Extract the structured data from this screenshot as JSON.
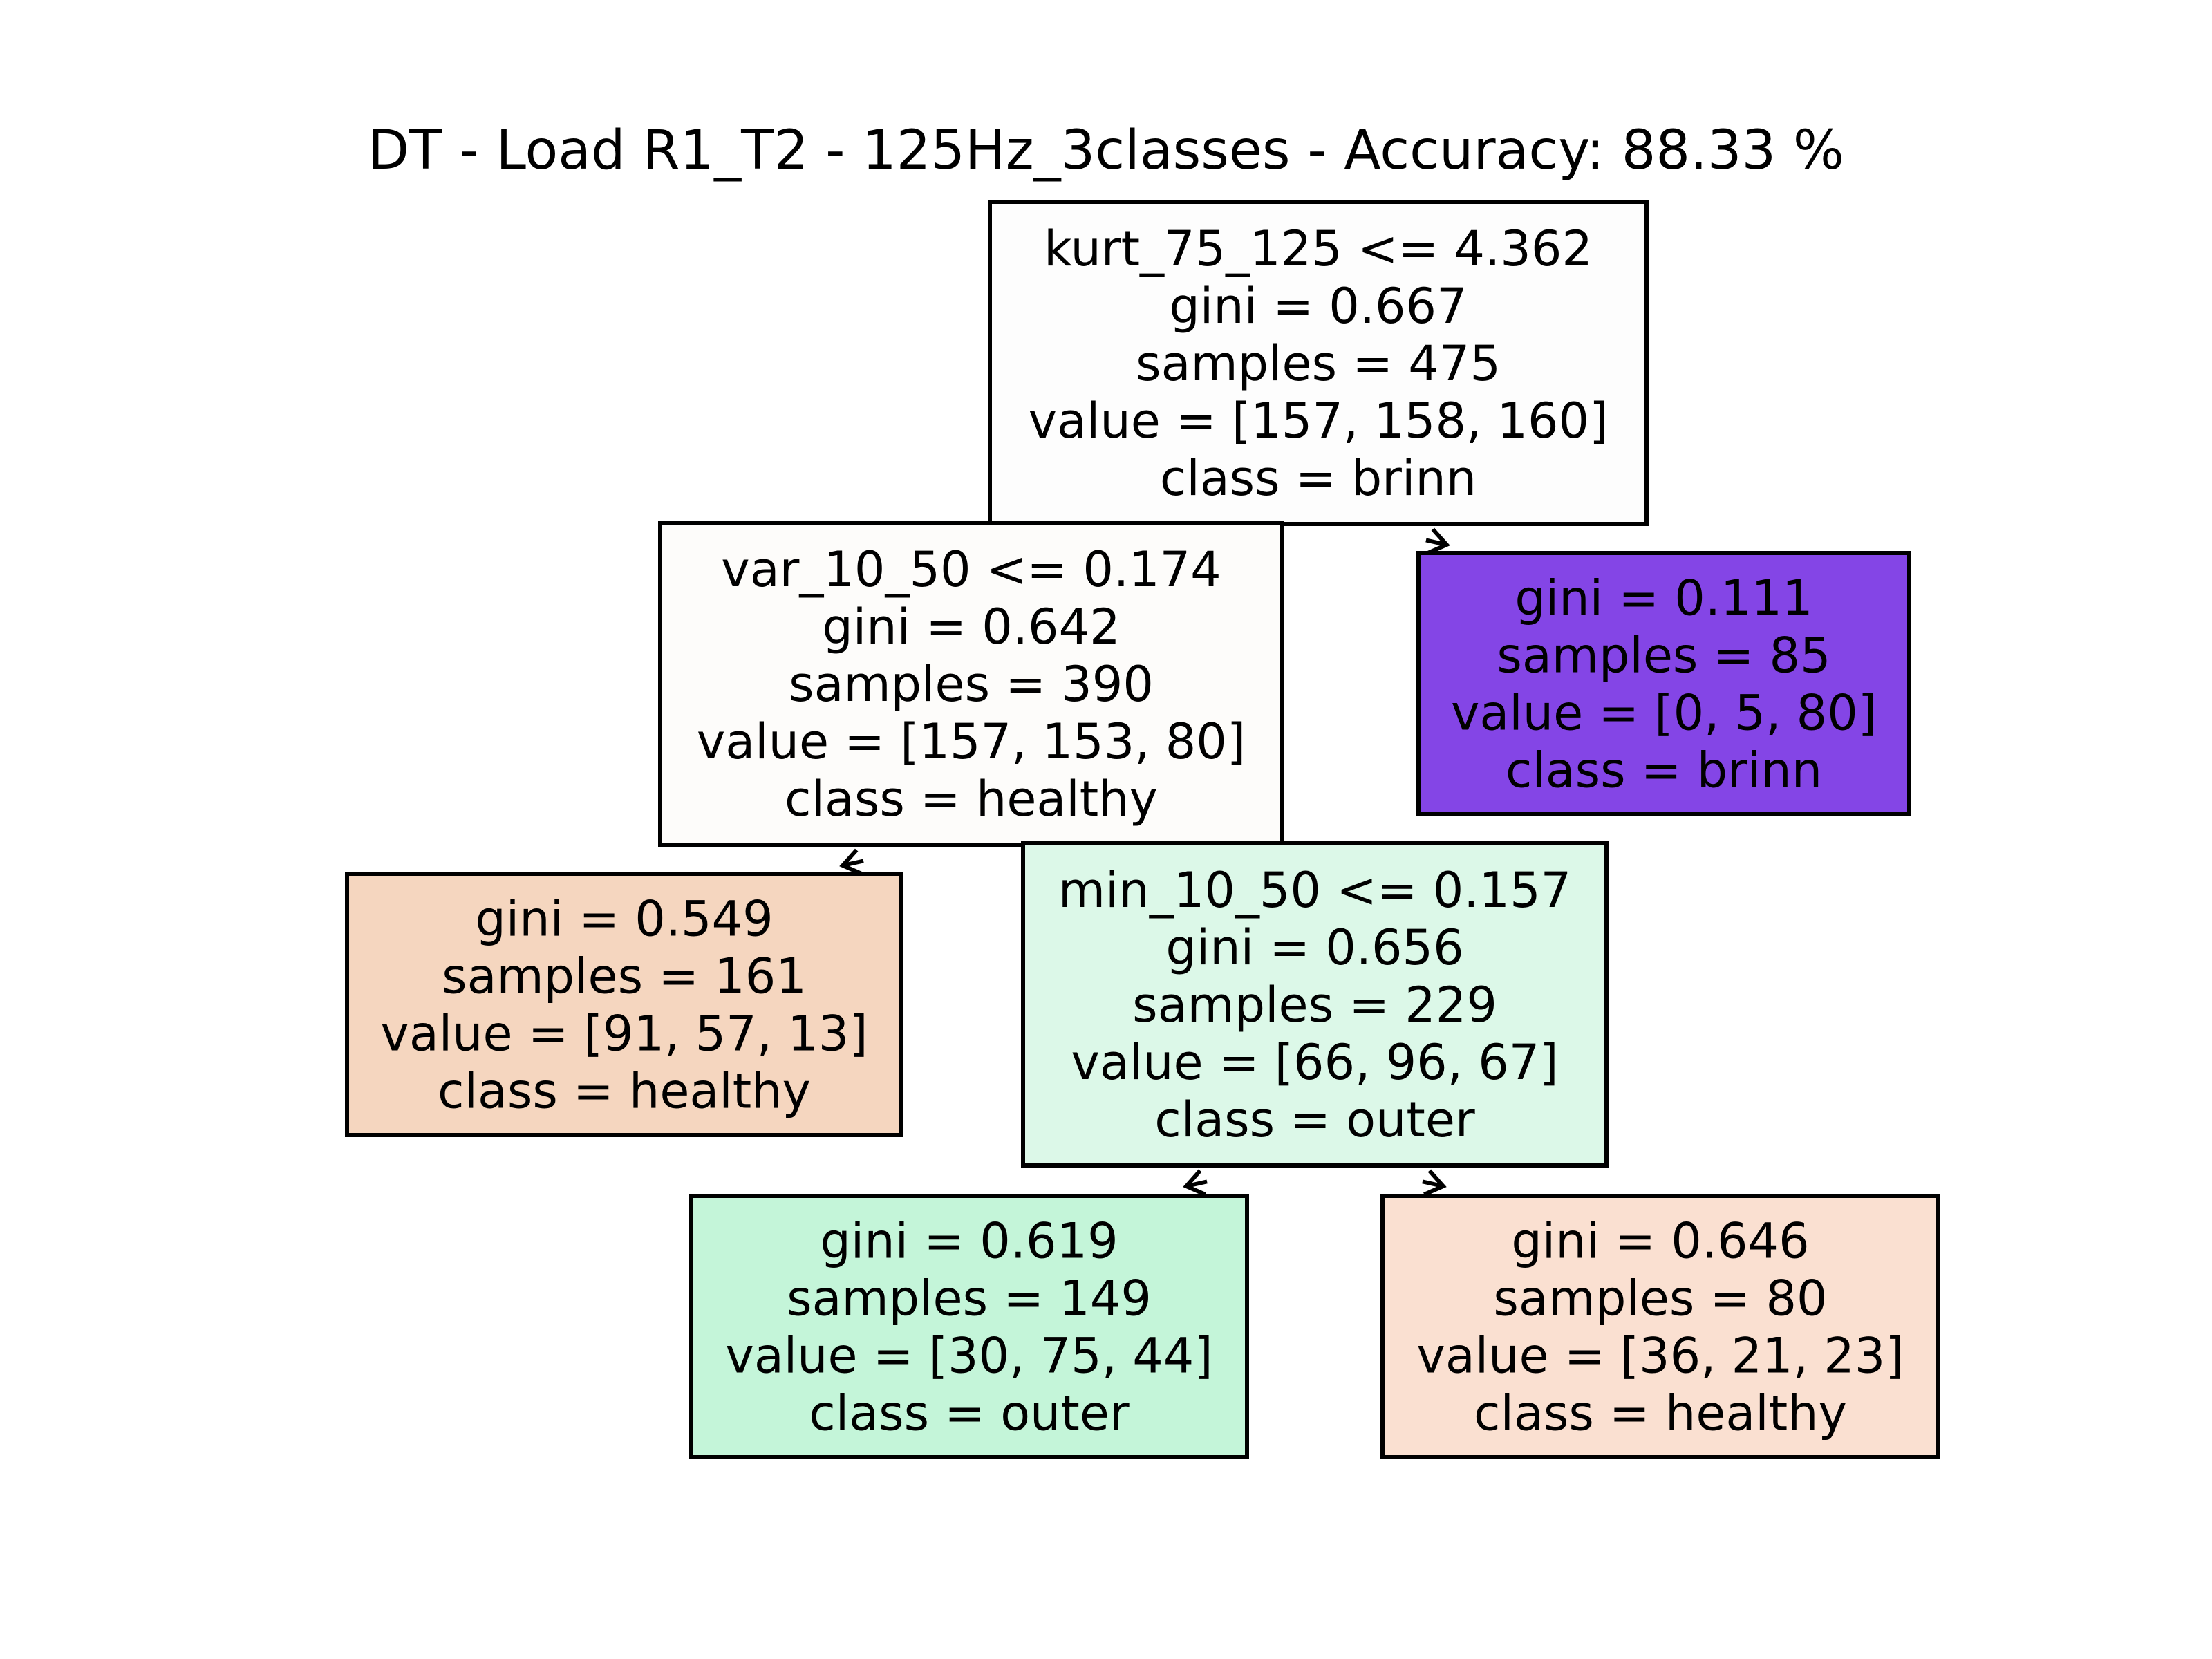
{
  "title": "DT - Load R1_T2 - 125Hz_3classes - Accuracy: 88.33 %",
  "colors": {
    "healthy": "#f5d6bf",
    "outer": "#c4f5d9",
    "brinn": "#8445e6",
    "border": "#000000",
    "background": "#ffffff"
  },
  "nodes": [
    {
      "id": "root",
      "fill": "#fdfdfd",
      "lines": [
        "kurt_75_125 <= 4.362",
        "gini = 0.667",
        "samples = 475",
        "value = [157, 158, 160]",
        "class = brinn"
      ]
    },
    {
      "id": "var-split",
      "fill": "#fdfcfa",
      "lines": [
        "var_10_50 <= 0.174",
        "gini = 0.642",
        "samples = 390",
        "value = [157, 153, 80]",
        "class = healthy"
      ]
    },
    {
      "id": "leaf-brinn",
      "fill": "#8445e6",
      "lines": [
        "gini = 0.111",
        "samples = 85",
        "value = [0, 5, 80]",
        "class = brinn"
      ]
    },
    {
      "id": "leaf-healthy-161",
      "fill": "#f5d6bf",
      "lines": [
        "gini = 0.549",
        "samples = 161",
        "value = [91, 57, 13]",
        "class = healthy"
      ]
    },
    {
      "id": "min-split",
      "fill": "#dcf8e8",
      "lines": [
        "min_10_50 <= 0.157",
        "gini = 0.656",
        "samples = 229",
        "value = [66, 96, 67]",
        "class = outer"
      ]
    },
    {
      "id": "leaf-outer-149",
      "fill": "#c4f5d9",
      "lines": [
        "gini = 0.619",
        "samples = 149",
        "value = [30, 75, 44]",
        "class = outer"
      ]
    },
    {
      "id": "leaf-healthy-80",
      "fill": "#fae0d1",
      "lines": [
        "gini = 0.646",
        "samples = 80",
        "value = [36, 21, 23]",
        "class = healthy"
      ]
    }
  ],
  "edges": [
    {
      "from": "root",
      "to": "var-split"
    },
    {
      "from": "root",
      "to": "leaf-brinn"
    },
    {
      "from": "var-split",
      "to": "leaf-healthy-161"
    },
    {
      "from": "var-split",
      "to": "min-split"
    },
    {
      "from": "min-split",
      "to": "leaf-outer-149"
    },
    {
      "from": "min-split",
      "to": "leaf-healthy-80"
    }
  ]
}
